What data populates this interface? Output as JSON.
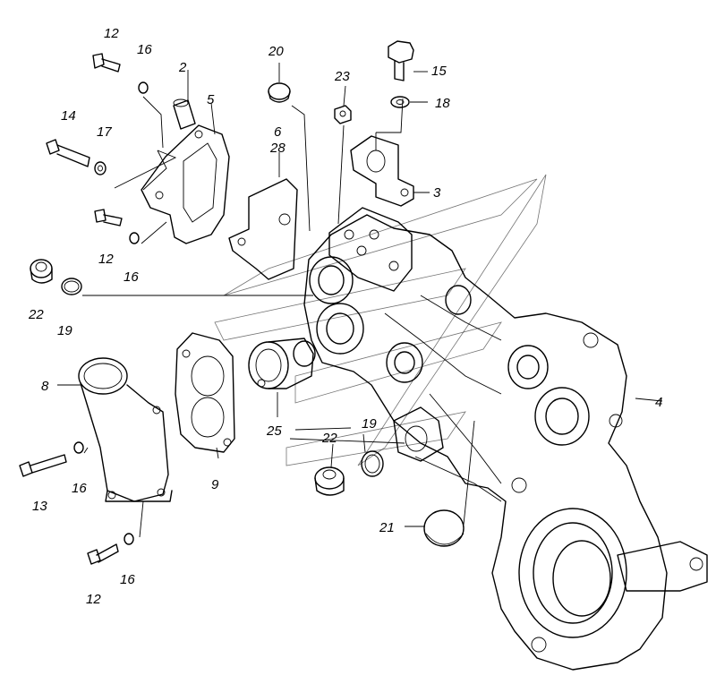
{
  "labels": {
    "l2": "2",
    "l3": "3",
    "l4": "4",
    "l5": "5",
    "l6": "6",
    "l8": "8",
    "l9": "9",
    "l12a": "12",
    "l12b": "12",
    "l12c": "12",
    "l13": "13",
    "l14": "14",
    "l15": "15",
    "l16a": "16",
    "l16b": "16",
    "l16c": "16",
    "l16d": "16",
    "l17": "17",
    "l18": "18",
    "l19a": "19",
    "l19b": "19",
    "l20": "20",
    "l21": "21",
    "l22a": "22",
    "l22b": "22",
    "l23": "23",
    "l25": "25",
    "l28": "28"
  }
}
